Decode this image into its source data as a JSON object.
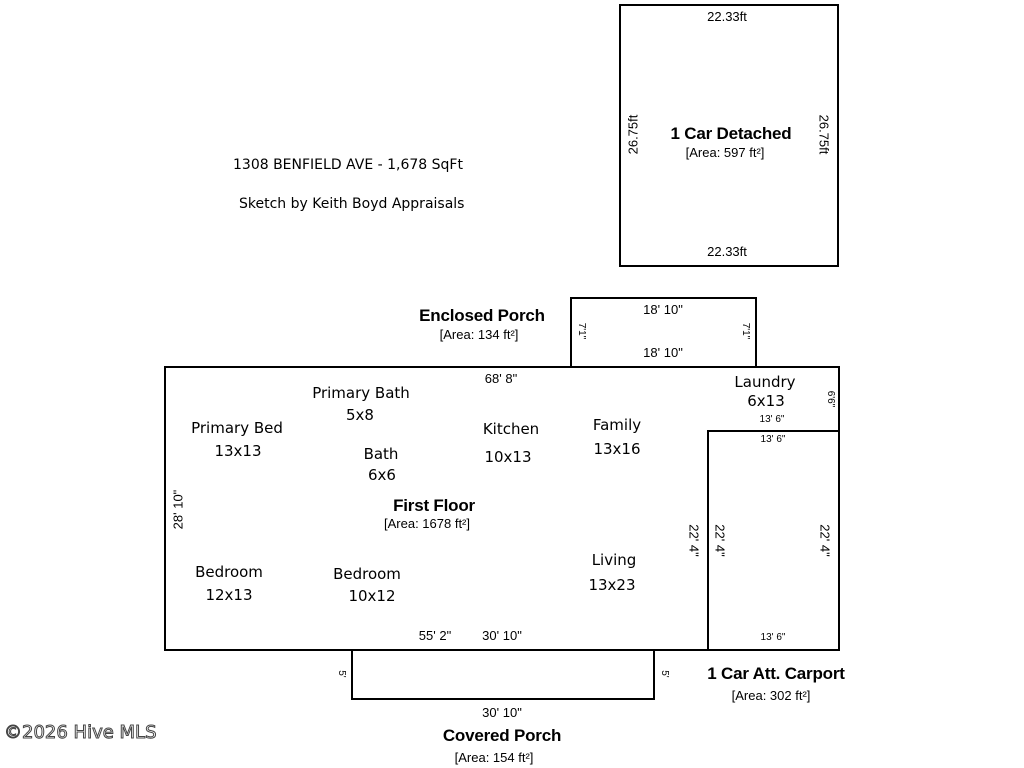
{
  "header": {
    "address_line": "1308 BENFIELD AVE - 1,678 SqFt",
    "sketch_credit": "Sketch by Keith Boyd Appraisals"
  },
  "garage": {
    "title": "1 Car Detached",
    "area": "[Area: 597 ft²]",
    "dim_top": "22.33ft",
    "dim_bottom": "22.33ft",
    "dim_left": "26.75ft",
    "dim_right": "26.75ft"
  },
  "enclosed_porch": {
    "title": "Enclosed Porch",
    "area": "[Area: 134 ft²]",
    "dim_top": "18' 10\"",
    "dim_bottom": "18' 10\"",
    "dim_left": "7'1\"",
    "dim_right": "7'1\""
  },
  "first_floor": {
    "title": "First Floor",
    "area": "[Area: 1678 ft²]",
    "dim_top": "68' 8\"",
    "dim_left": "28' 10\"",
    "dim_bottom_a": "55' 2\"",
    "dim_bottom_b": "30' 10\"",
    "dim_inner": "22' 4\"",
    "rooms": [
      {
        "name": "Primary Bath",
        "size": "5x8"
      },
      {
        "name": "Primary Bed",
        "size": "13x13"
      },
      {
        "name": "Bath",
        "size": "6x6"
      },
      {
        "name": "Kitchen",
        "size": "10x13"
      },
      {
        "name": "Family",
        "size": "13x16"
      },
      {
        "name": "Laundry",
        "size": "6x13"
      },
      {
        "name": "Bedroom",
        "size": "12x13"
      },
      {
        "name": "Bedroom",
        "size": "10x12"
      },
      {
        "name": "Living",
        "size": "13x23"
      }
    ],
    "laundry_dim_right": "6'6\"",
    "laundry_dim_width": "13' 6\""
  },
  "carport": {
    "title": "1 Car Att. Carport",
    "area": "[Area: 302 ft²]",
    "dim_top": "13' 6\"",
    "dim_bottom": "13' 6\"",
    "dim_left": "22' 4\"",
    "dim_right": "22' 4\""
  },
  "covered_porch": {
    "title": "Covered Porch",
    "area": "[Area: 154 ft²]",
    "dim_bottom": "30' 10\"",
    "dim_left": "5'",
    "dim_right": "5'"
  },
  "watermark": "©2026 Hive MLS"
}
